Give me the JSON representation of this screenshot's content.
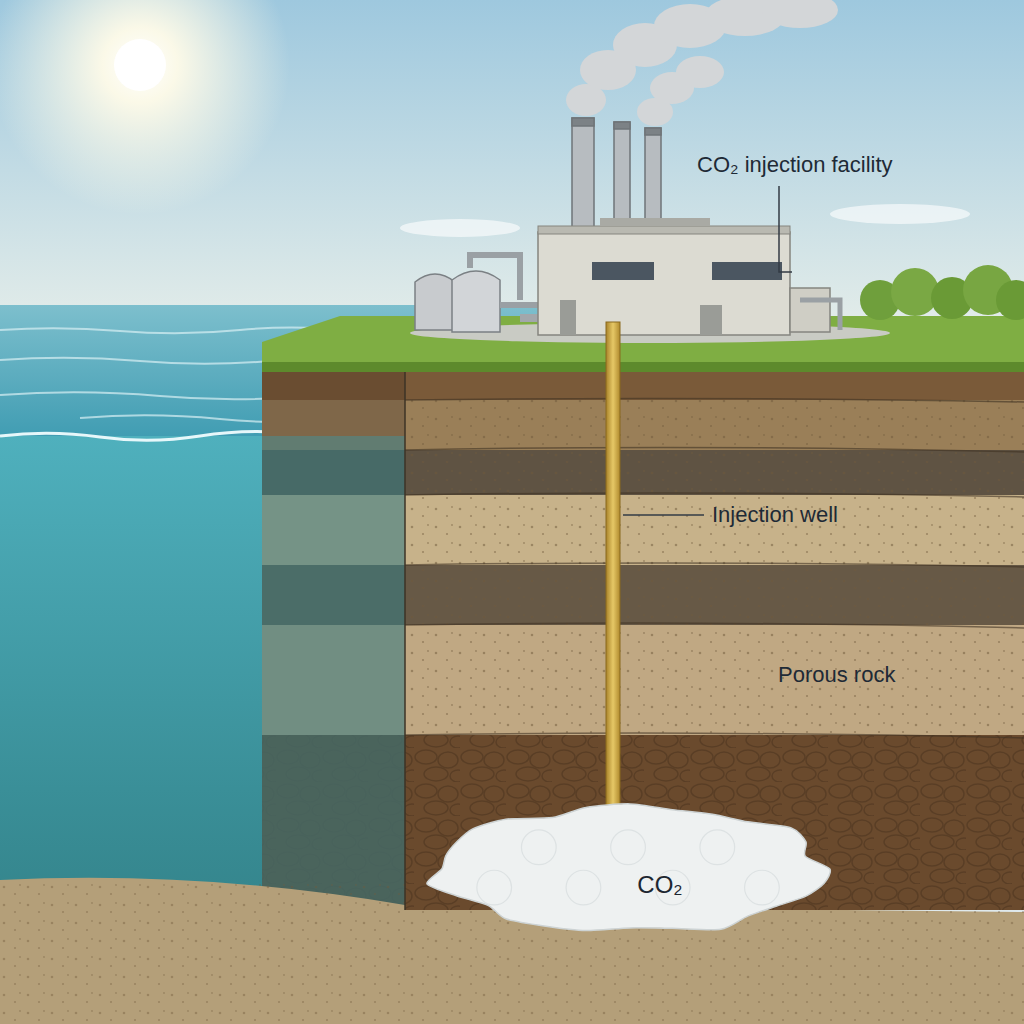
{
  "diagram": {
    "nodes": [
      {
        "text": [
          "CO₂"
        ]
      }
    ],
    "labels": [
      "CO₂ injection facility",
      "Injection well",
      "Porous rock"
    ]
  }
}
